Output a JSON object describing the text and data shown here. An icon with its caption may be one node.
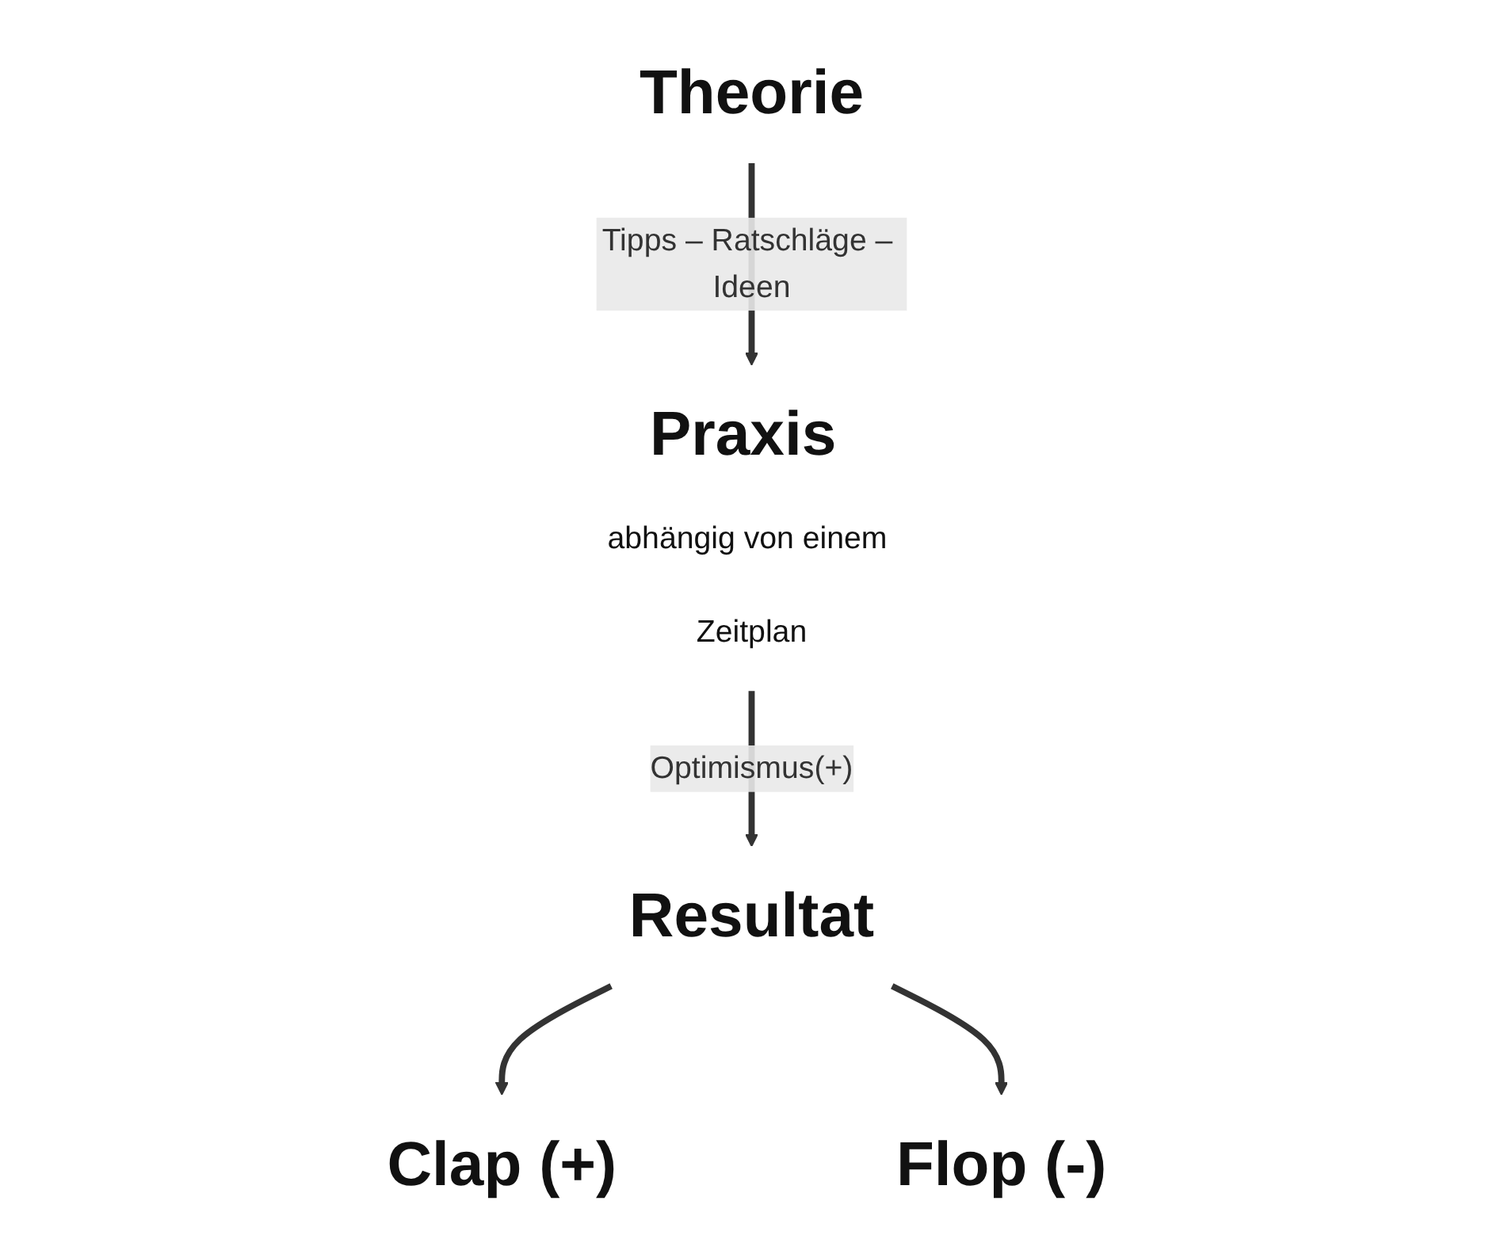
{
  "diagram": {
    "nodes": [
      {
        "text": [
          "Theorie"
        ]
      },
      {
        "text": [
          "Praxis"
        ],
        "beside": [
          "abhängig von einem Zeitplan"
        ]
      },
      {
        "text": [
          "Resultat"
        ]
      },
      {
        "text": [
          "Clap (+)"
        ]
      },
      {
        "text": [
          "Flop (-)"
        ]
      }
    ],
    "edges": [
      {
        "from": 0,
        "to": 1,
        "arrow": "to",
        "label": "Tipps – Ratschläge – Ideen"
      },
      {
        "from": 1,
        "to": 2,
        "arrow": "to",
        "label": "Optimismus(+)"
      },
      {
        "from": 2,
        "to": 3,
        "arrow": "to"
      },
      {
        "from": 2,
        "to": 4,
        "arrow": "to"
      }
    ]
  }
}
